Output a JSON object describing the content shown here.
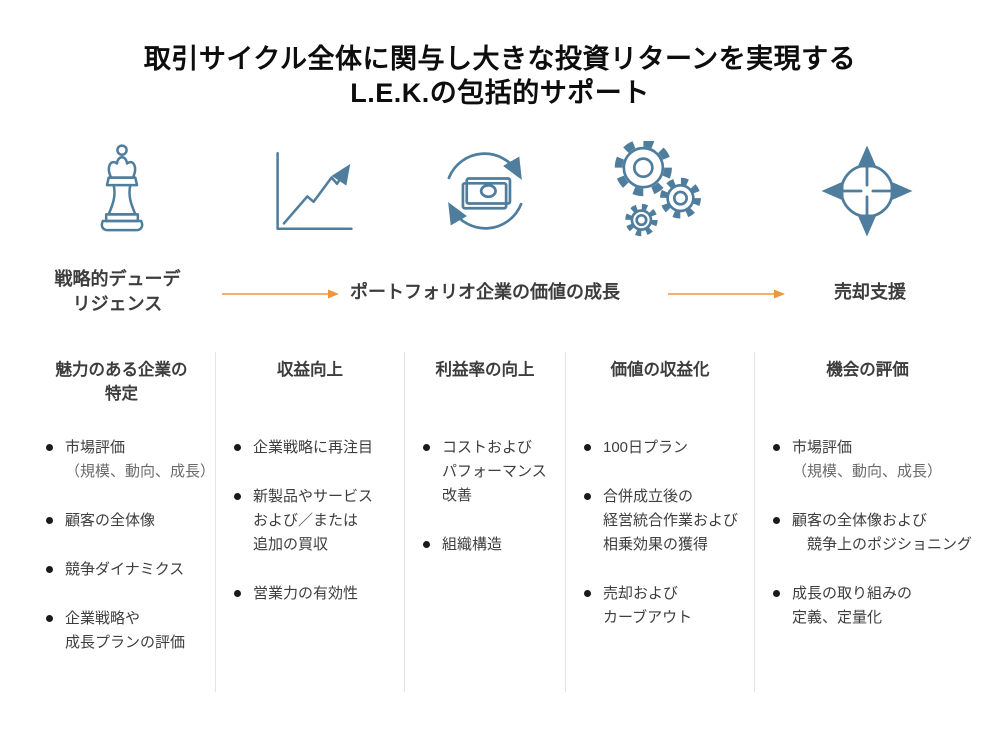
{
  "title": {
    "line1": "取引サイクル全体に関与し大きな投資リターンを実現する",
    "line2": "L.E.K.の包括的サポート"
  },
  "icons": [
    {
      "name": "chess-piece-icon"
    },
    {
      "name": "growth-chart-icon"
    },
    {
      "name": "cash-cycle-icon"
    },
    {
      "name": "gears-icon"
    },
    {
      "name": "expand-target-icon"
    }
  ],
  "phases": [
    {
      "label": "戦略的デューデ\nリジェンス"
    },
    {
      "label": "ポートフォリオ企業の価値の成長"
    },
    {
      "label": "売却支援"
    }
  ],
  "columns": [
    {
      "header": "魅力のある企業の\n特定",
      "items": [
        {
          "text": "市場評価",
          "sub": "（規模、動向、成長）"
        },
        {
          "text": "顧客の全体像"
        },
        {
          "text": "競争ダイナミクス"
        },
        {
          "text": "企業戦略や\n成長プランの評価"
        }
      ]
    },
    {
      "header": "収益向上",
      "items": [
        {
          "text": "企業戦略に再注目"
        },
        {
          "text": "新製品やサービス\nおよび／または\n追加の買収"
        },
        {
          "text": "営業力の有効性"
        }
      ]
    },
    {
      "header": "利益率の向上",
      "items": [
        {
          "text": "コストおよび\nパフォーマンス\n改善"
        },
        {
          "text": "組織構造"
        }
      ]
    },
    {
      "header": "価値の収益化",
      "items": [
        {
          "text": "100日プラン"
        },
        {
          "text": "合併成立後の\n経営統合作業および\n相乗効果の獲得"
        },
        {
          "text": "売却および\n カーブアウト"
        }
      ]
    },
    {
      "header": "機会の評価",
      "items": [
        {
          "text": "市場評価",
          "sub": "（規模、動向、成長）"
        },
        {
          "text": "顧客の全体像および\n　競争上のポジショニング"
        },
        {
          "text": "成長の取り組みの\n定義、定量化"
        }
      ]
    }
  ],
  "colors": {
    "icon_stroke": "#4e7d9d",
    "arrow_orange": "#f0953a",
    "divider": "#e3e3e3",
    "body_text": "#3e3e3e",
    "title_text": "#0d0d0d"
  }
}
